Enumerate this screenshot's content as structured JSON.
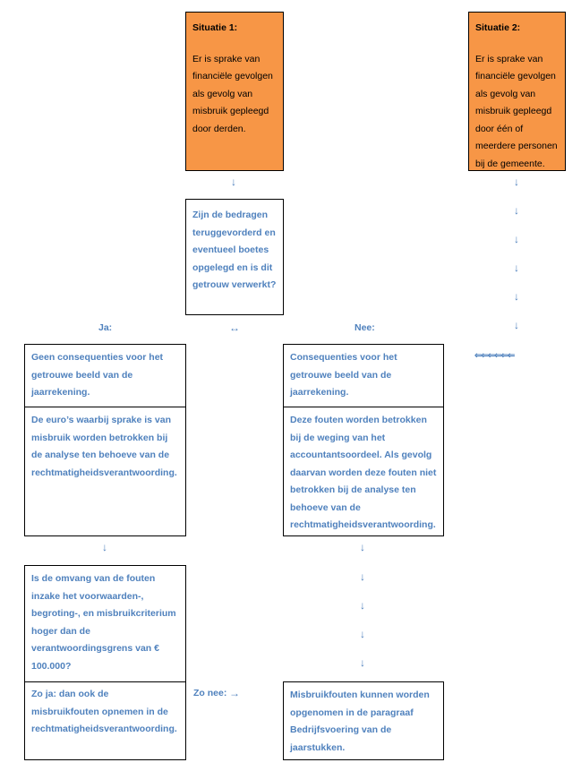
{
  "situation1": {
    "title": "Situatie 1:",
    "text": "Er is sprake van financiële gevolgen als gevolg van misbruik gepleegd door derden."
  },
  "situation2": {
    "title": "Situatie 2:",
    "text": "Er is sprake van financiële gevolgen als gevolg van misbruik gepleegd door één of meerdere personen bij de gemeente."
  },
  "question1": "Zijn de bedragen teruggevorderd en eventueel boetes opgelegd en is dit getrouw verwerkt?",
  "labels": {
    "yes": "Ja:",
    "no": "Nee:",
    "if_no": "Zo nee:"
  },
  "left_box": {
    "top": "Geen consequenties voor het getrouwe beeld van de jaarrekening.",
    "bottom": "De euro’s waarbij sprake is van misbruik worden betrokken bij de analyse ten behoeve van de rechtmatigheidsverantwoording."
  },
  "right_box": {
    "top": "Consequenties voor het getrouwe beeld van de jaarrekening.",
    "bottom": "Deze fouten worden betrokken bij de weging van het accountantsoordeel. Als gevolg daarvan worden deze fouten niet betrokken bij de analyse ten behoeve van de rechtmatigheidsverantwoording."
  },
  "question2": {
    "top": "Is de omvang van de fouten inzake het voorwaarden-, begroting-, en misbruikcriterium hoger dan de verantwoordingsgrens van € 100.000?",
    "bottom": "Zo ja: dan ook de misbruikfouten opnemen in de rechtmatigheidsverantwoording."
  },
  "final_box": "Misbruikfouten kunnen worden opgenomen in de paragraaf Bedrijfsvoering van de jaarstukken.",
  "arrows": {
    "down": "↓",
    "right": "→",
    "both": "↔",
    "left_chain": "⇐⇐⇐⇐⇐⇐"
  },
  "colors": {
    "orange": "#f79646",
    "blue_text": "#4f81bd"
  }
}
